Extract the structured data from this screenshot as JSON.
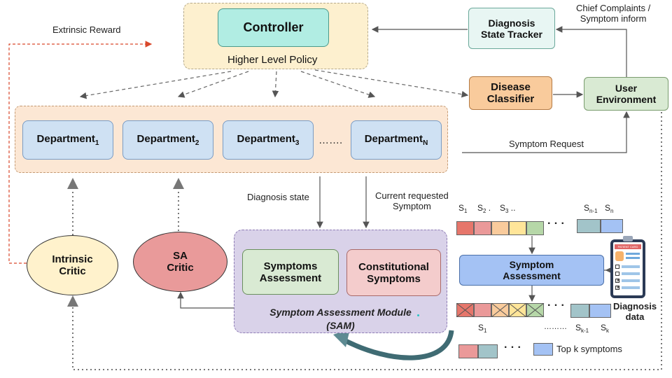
{
  "top": {
    "controller": "Controller",
    "policy": "Higher Level Policy",
    "tracker_line1": "Diagnosis",
    "tracker_line2": "State Tracker",
    "chief_line1": "Chief Complaints /",
    "chief_line2": "Symptom inform",
    "extrinsic": "Extrinsic Reward"
  },
  "classifier": {
    "line1": "Disease",
    "line2": "Classifier"
  },
  "user_env": {
    "line1": "User",
    "line2": "Environment"
  },
  "departments": {
    "word": "Department",
    "subs": [
      "1",
      "2",
      "3",
      "N"
    ],
    "ellipsis": "……."
  },
  "labels": {
    "symptom_request": "Symptom Request",
    "diagnosis_state": "Diagnosis state",
    "current_line1": "Current requested",
    "current_line2": "Symptom"
  },
  "critics": {
    "intrinsic_line1": "Intrinsic",
    "intrinsic_line2": "Critic",
    "sa_line1": "SA",
    "sa_line2": "Critic"
  },
  "sam": {
    "symptoms_line1": "Symptoms",
    "symptoms_line2": "Assessment",
    "constitutional_line1": "Constitutional",
    "constitutional_line2": "Symptoms",
    "title_line1": "Symptom Assessment Module",
    "title_line2": "(SAM)"
  },
  "right": {
    "s_labels": [
      {
        "base": "S",
        "sub": "1",
        "suffix": ""
      },
      {
        "base": "S",
        "sub": "2",
        "suffix": " ."
      },
      {
        "base": "S",
        "sub": "3",
        "suffix": " .."
      },
      {
        "base": "S",
        "sub": "n-1",
        "suffix": ""
      },
      {
        "base": "S",
        "sub": "n",
        "suffix": ""
      }
    ],
    "dots": "· · ·",
    "assess_line1": "Symptom",
    "assess_line2": "Assessment",
    "card_text": "PATIENT CARD",
    "diag_line1": "Diagnosis",
    "diag_line2": "data",
    "out_labels": [
      {
        "base": "S",
        "sub": "1"
      },
      {
        "base": "S",
        "sub": "k-1"
      },
      {
        "base": "S",
        "sub": "k"
      }
    ],
    "out_dots": "………",
    "top_k": "Top k symptoms"
  },
  "colors": {
    "controller_fill": "#b1ede3",
    "policy_fill": "#fdf0cf",
    "dept_panel": "#fce7d4",
    "dept_fill": "#cfe1f3",
    "classifier_fill": "#f9cb9c",
    "user_fill": "#d9ead3",
    "tracker_fill": "#e8f6f3",
    "intrinsic_fill": "#fff2cc",
    "sa_fill": "#e99a9a",
    "sam_fill": "#d9d2e9",
    "symptoms_fill": "#d9ead3",
    "constitutional_fill": "#f4cccc",
    "assess_fill": "#a4c2f4",
    "seq": [
      "#e6766b",
      "#ea9999",
      "#f9cb9c",
      "#ffe599",
      "#b6d7a8",
      "#a2c4c9",
      "#a4c2f4"
    ]
  }
}
